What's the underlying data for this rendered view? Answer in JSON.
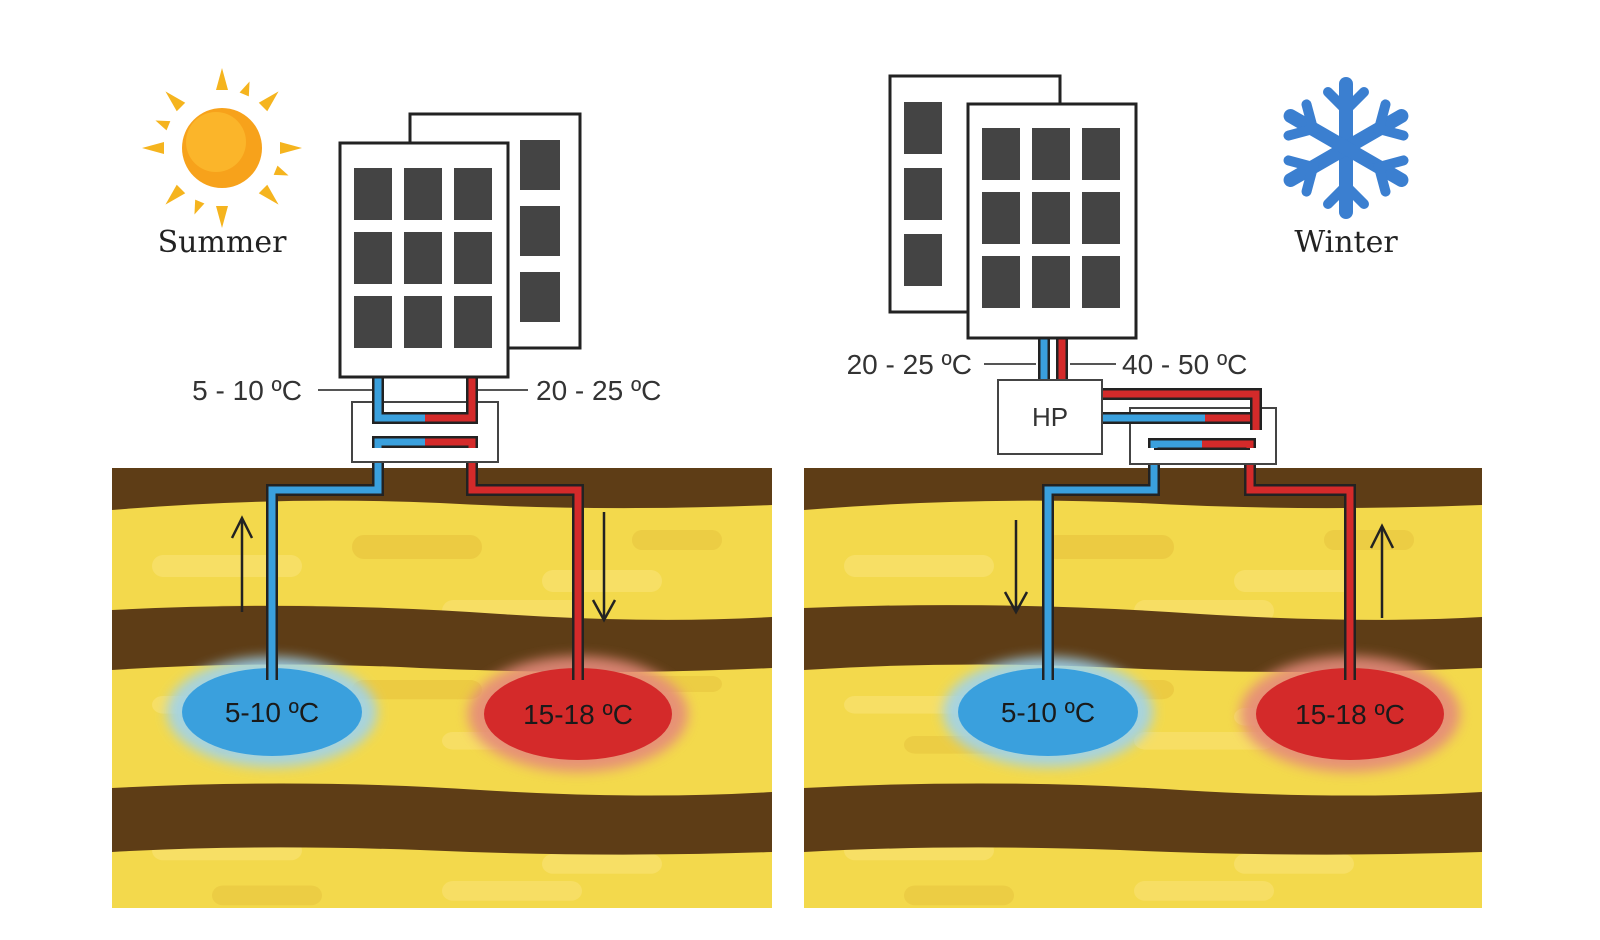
{
  "summer": {
    "season_label": "Summer",
    "season_icon": "sun-icon",
    "cold_pipe_temp": "5 - 10 ºC",
    "warm_pipe_temp": "20 - 25 ºC",
    "cold_store_temp": "5-10 ºC",
    "warm_store_temp": "15-18 ºC"
  },
  "winter": {
    "season_label": "Winter",
    "season_icon": "snowflake-icon",
    "cold_pipe_temp": "20 - 25 ºC",
    "warm_pipe_temp": "40 - 50 ºC",
    "heat_pump_label": "HP",
    "cold_store_temp": "5-10 ºC",
    "warm_store_temp": "15-18 ºC"
  },
  "colors": {
    "cold": "#3aa0dd",
    "warm": "#d42a2a",
    "sand": "#f3d94c",
    "soil": "#5e3d16",
    "panel_cell": "#444444"
  }
}
